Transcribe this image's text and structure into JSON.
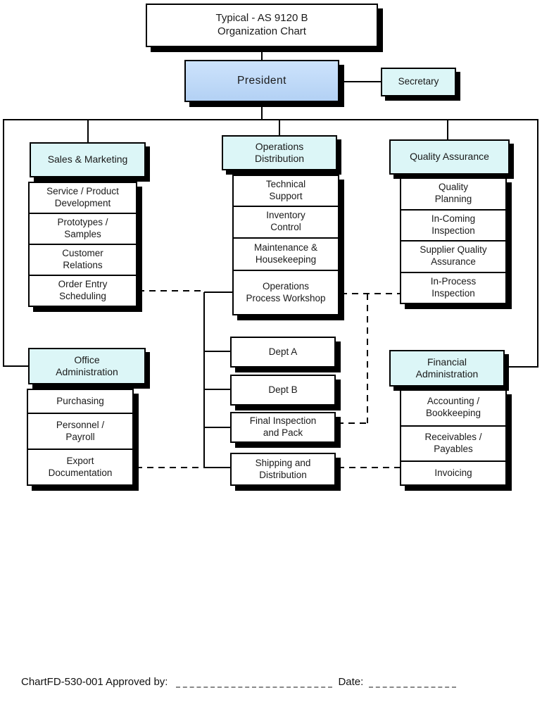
{
  "title_box": {
    "label": "Typical - AS 9120 B\nOrganization Chart"
  },
  "nodes": {
    "president": "President",
    "secretary": "Secretary"
  },
  "columns": {
    "sales": {
      "header": "Sales & Marketing",
      "items": [
        "Service / Product\nDevelopment",
        "Prototypes /\nSamples",
        "Customer\nRelations",
        "Order Entry\nScheduling"
      ]
    },
    "operations": {
      "header": "Operations\nDistribution",
      "items": [
        "Technical\nSupport",
        "Inventory\nControl",
        "Maintenance &\nHousekeeping",
        "Operations\nProcess Workshop"
      ]
    },
    "quality": {
      "header": "Quality Assurance",
      "items": [
        "Quality\nPlanning",
        "In-Coming\nInspection",
        "Supplier Quality\nAssurance",
        "In-Process\nInspection"
      ]
    },
    "office": {
      "header": "Office\nAdministration",
      "items": [
        "Purchasing",
        "Personnel  /\nPayroll",
        "Export\nDocumentation"
      ]
    },
    "financial": {
      "header": "Financial\nAdministration",
      "items": [
        "Accounting /\nBookkeeping",
        "Receivables /\nPayables",
        "Invoicing"
      ]
    }
  },
  "departments": [
    "Dept A",
    "Dept B",
    "Final Inspection\nand Pack",
    "Shipping and\nDistribution"
  ],
  "footer": {
    "document_label": "ChartFD-530-001 Approved by:",
    "date_label": "Date:"
  },
  "colors": {
    "header_fill": "#dcf6f7",
    "president_fill_top": "#cde3fc",
    "president_fill_bottom": "#b3d1f4",
    "box_fill": "#ffffff",
    "line": "#000000",
    "shadow": "#000000",
    "signature_line": "#8a8a8a"
  }
}
